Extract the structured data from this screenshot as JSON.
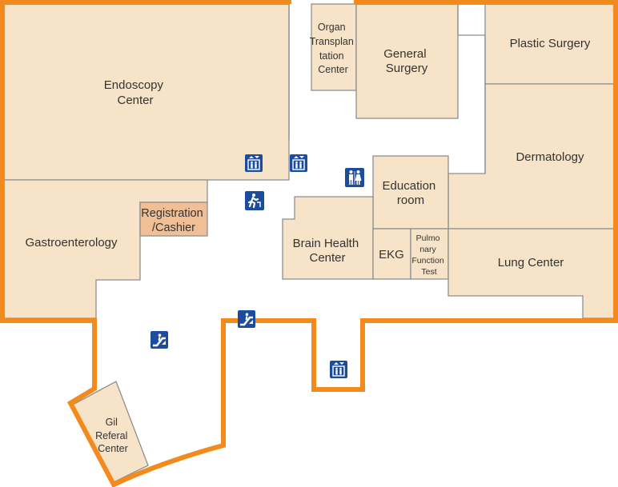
{
  "rooms": {
    "endoscopy": {
      "label": [
        "Endoscopy",
        "Center"
      ]
    },
    "gastro": {
      "label": [
        "Gastroenterology"
      ]
    },
    "registration": {
      "label": [
        "Registration",
        "/Cashier"
      ]
    },
    "organ": {
      "label": [
        "Organ",
        "Transplan",
        "tation",
        "Center"
      ]
    },
    "general": {
      "label": [
        "General",
        "Surgery"
      ]
    },
    "plastic": {
      "label": [
        "Plastic Surgery"
      ]
    },
    "dermatology": {
      "label": [
        "Dermatology"
      ]
    },
    "education": {
      "label": [
        "Education",
        "room"
      ]
    },
    "brain": {
      "label": [
        "Brain Health",
        "Center"
      ]
    },
    "ekg": {
      "label": [
        "EKG"
      ]
    },
    "pulmonary": {
      "label": [
        "Pulmo",
        "nary",
        "Function",
        "Test"
      ]
    },
    "lung": {
      "label": [
        "Lung Center"
      ]
    },
    "gil": {
      "label": [
        "Gil",
        "Referal",
        "Center"
      ]
    }
  },
  "icons": {
    "elevator": "elevator-icon",
    "restroom": "restroom-icon",
    "emergency_exit": "emergency-exit-icon",
    "escalator": "escalator-icon"
  },
  "colors": {
    "wall": "#f28a1e",
    "room": "#f7e3c7",
    "room_highlight": "#f0bf96",
    "icon": "#1c4d9c"
  }
}
